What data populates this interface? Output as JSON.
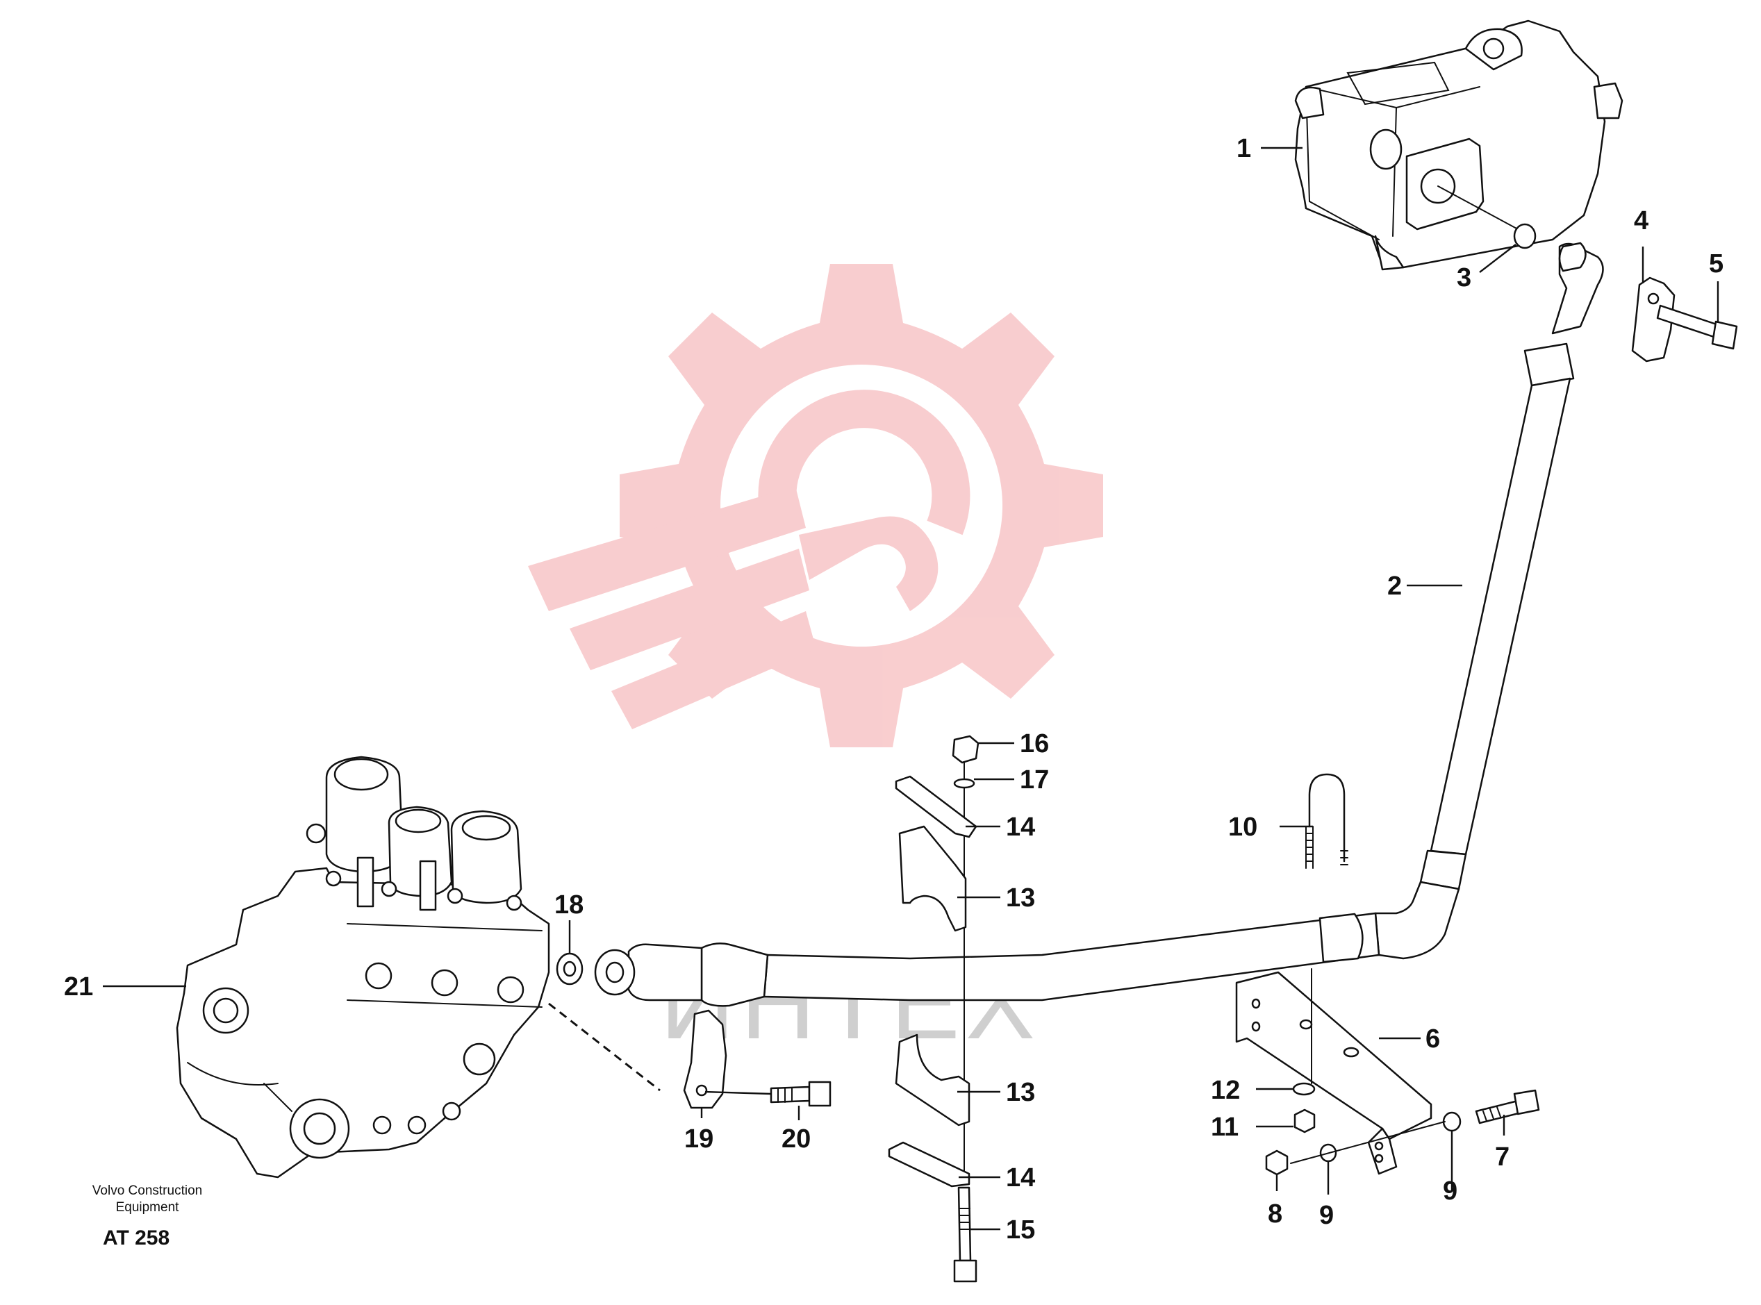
{
  "diagram": {
    "callouts": [
      {
        "id": "1",
        "label": "1"
      },
      {
        "id": "2",
        "label": "2"
      },
      {
        "id": "3",
        "label": "3"
      },
      {
        "id": "4",
        "label": "4"
      },
      {
        "id": "5",
        "label": "5"
      },
      {
        "id": "6",
        "label": "6"
      },
      {
        "id": "7",
        "label": "7"
      },
      {
        "id": "8",
        "label": "8"
      },
      {
        "id": "9a",
        "label": "9"
      },
      {
        "id": "9b",
        "label": "9"
      },
      {
        "id": "10",
        "label": "10"
      },
      {
        "id": "11",
        "label": "11"
      },
      {
        "id": "12",
        "label": "12"
      },
      {
        "id": "13a",
        "label": "13"
      },
      {
        "id": "13b",
        "label": "13"
      },
      {
        "id": "14a",
        "label": "14"
      },
      {
        "id": "14b",
        "label": "14"
      },
      {
        "id": "15",
        "label": "15"
      },
      {
        "id": "16",
        "label": "16"
      },
      {
        "id": "17",
        "label": "17"
      },
      {
        "id": "18",
        "label": "18"
      },
      {
        "id": "19",
        "label": "19"
      },
      {
        "id": "20",
        "label": "20"
      },
      {
        "id": "21",
        "label": "21"
      }
    ],
    "caption_line1": "Volvo Construction",
    "caption_line2": "Equipment",
    "drawing_code": "AT 258"
  },
  "watermark": {
    "text": "ИНТЕХ",
    "logo_color": "#f4a5a8"
  }
}
